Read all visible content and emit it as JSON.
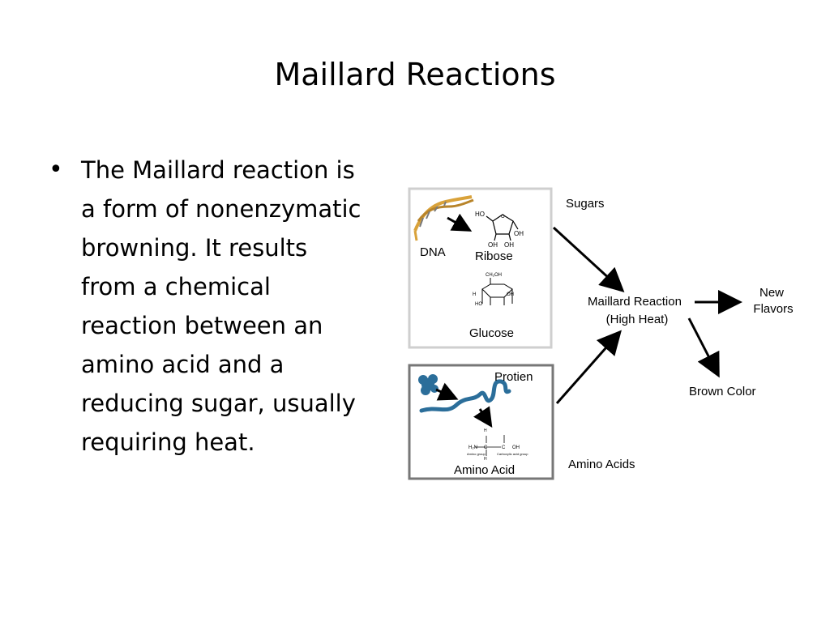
{
  "slide": {
    "title": "Maillard Reactions",
    "bullet": {
      "marker": "•",
      "lines": [
        "The Maillard reaction is",
        "a form of nonenzymatic",
        "browning. It results",
        "from a chemical",
        "reaction between an",
        "amino acid and a",
        "reducing sugar, usually",
        "requiring heat."
      ]
    }
  },
  "diagram": {
    "sugars_box": {
      "dna_label": "DNA",
      "ribose_label": "Ribose",
      "glucose_label": "Glucose",
      "ribose_atoms": {
        "ho": "HO",
        "oh_right": "OH",
        "oh1": "OH",
        "oh2": "OH"
      },
      "glucose_atoms": {
        "ch2oh": "CH₂OH",
        "h": "H",
        "oh": "OH",
        "ho": "HO"
      }
    },
    "protein_box": {
      "protein_label": "Protien",
      "amino_acid_label": "Amino Acid",
      "amino_group": "Amino group",
      "carboxylic_group": "Carboxylic acid group",
      "h2n": "H₂N",
      "oh": "OH",
      "c": "C",
      "h": "H"
    },
    "labels": {
      "sugars": "Sugars",
      "amino_acids": "Amino Acids",
      "maillard_line1": "Maillard Reaction",
      "maillard_line2": "(High Heat)",
      "new_line1": "New",
      "new_line2": "Flavors",
      "brown_color": "Brown Color"
    },
    "colors": {
      "protein_blue": "#2b6e9a",
      "dna_gold": "#d9a23a",
      "box_border_light": "#cccccc",
      "box_border_dark": "#777777"
    }
  }
}
